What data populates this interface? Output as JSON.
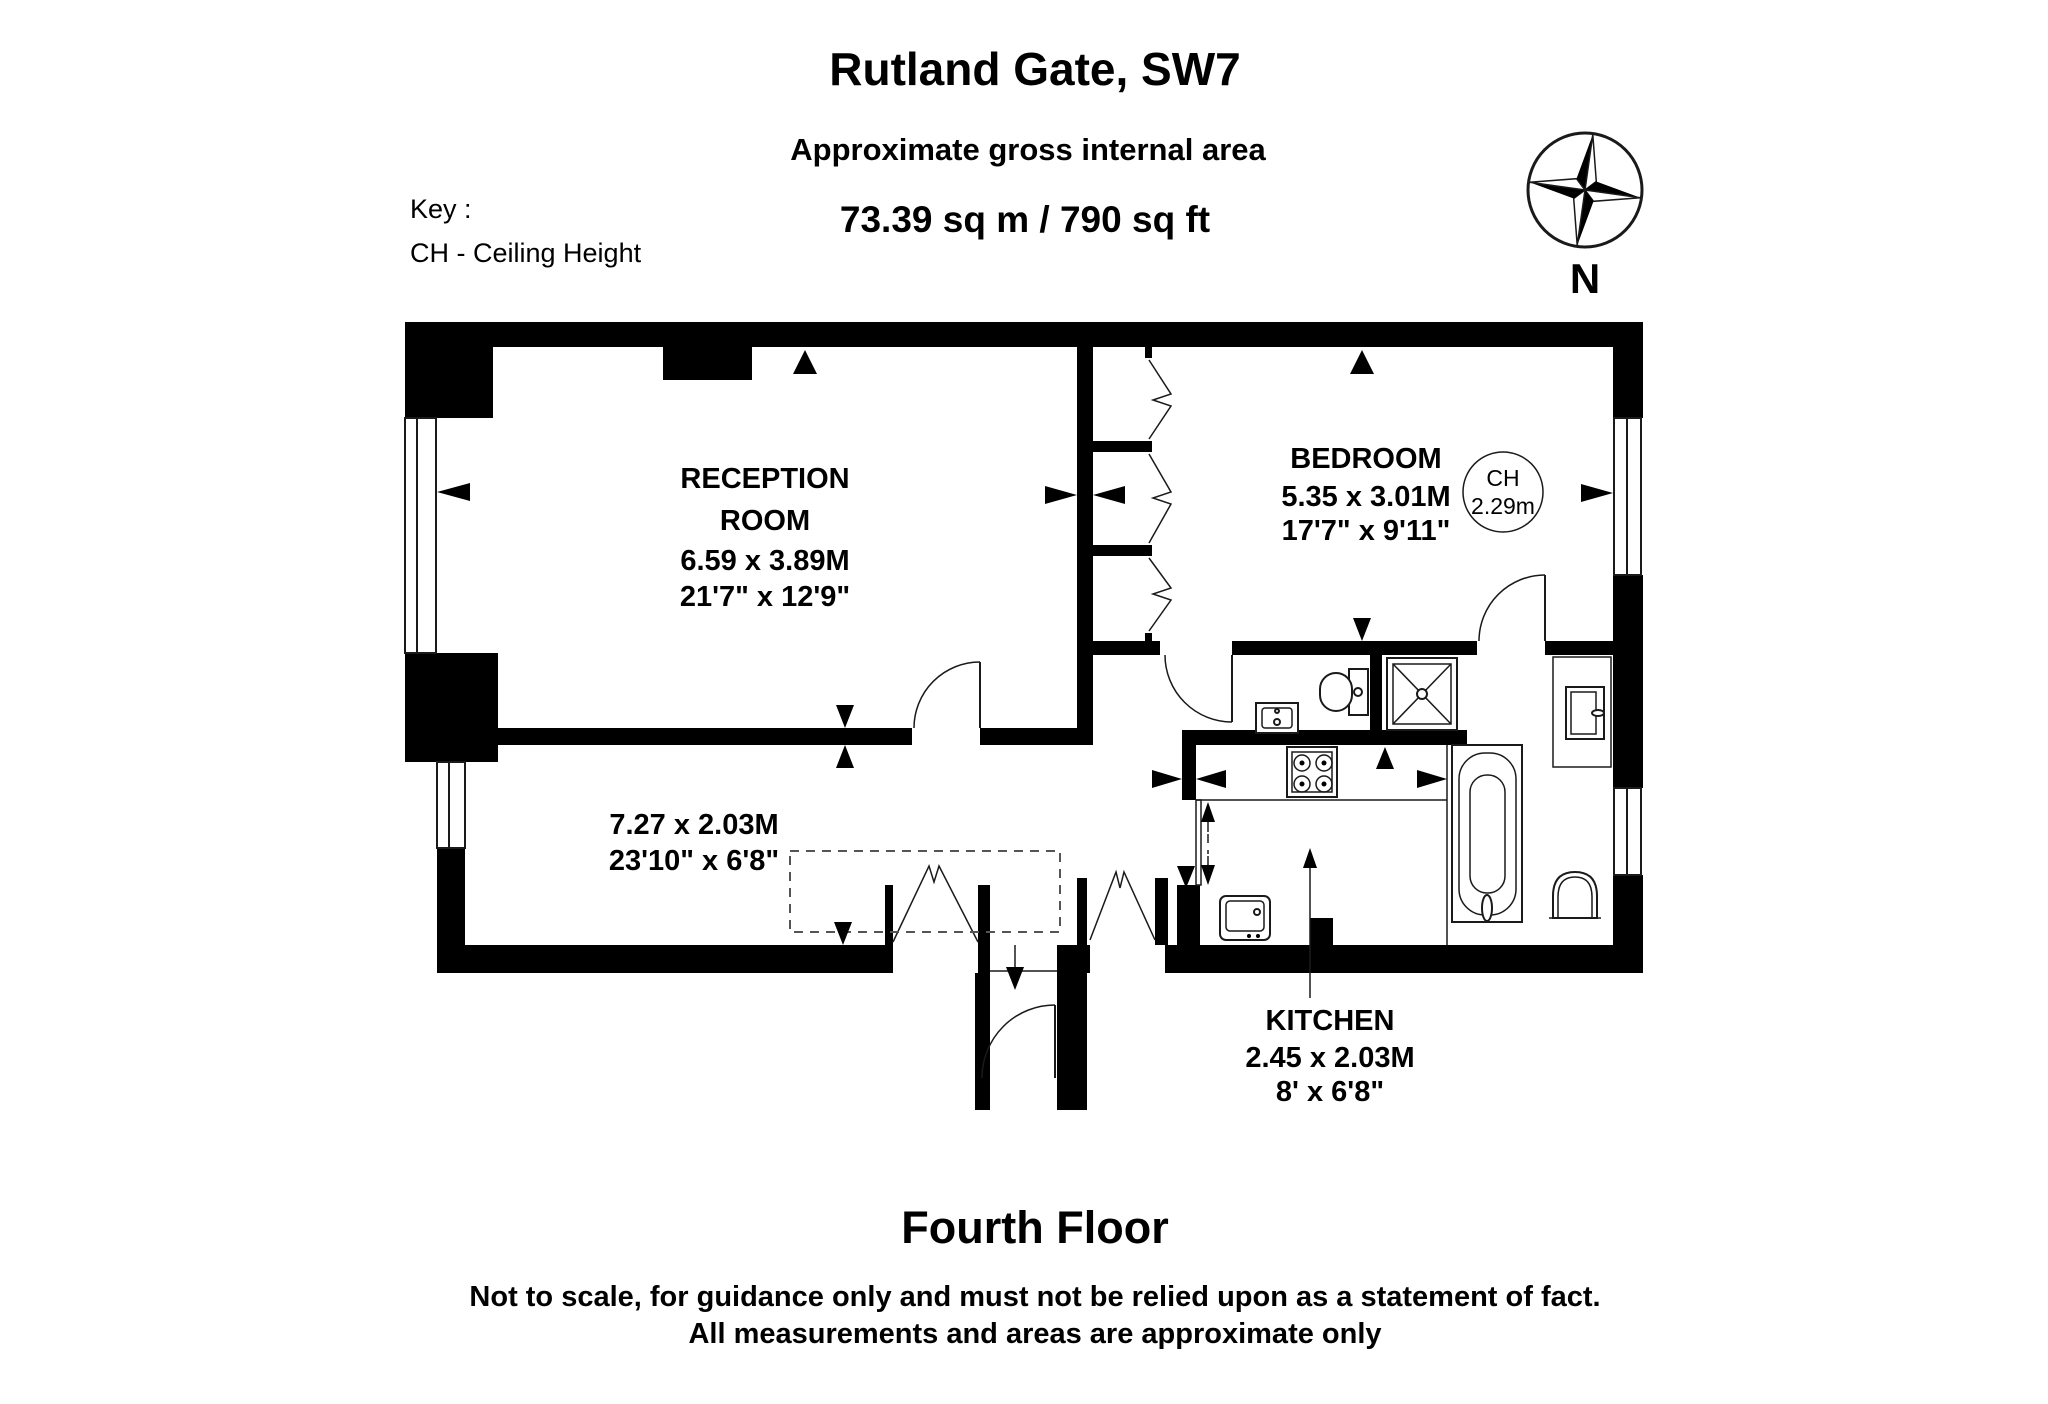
{
  "header": {
    "title": "Rutland Gate, SW7",
    "subtitle": "Approximate gross internal area",
    "area": "73.39 sq m / 790 sq ft"
  },
  "key": {
    "label": "Key :",
    "entry": "CH - Ceiling Height"
  },
  "compass": {
    "north_label": "N"
  },
  "rooms": {
    "reception": {
      "name_line1": "RECEPTION",
      "name_line2": "ROOM",
      "dims_metric": "6.59 x 3.89M",
      "dims_imperial": "21'7\" x 12'9\""
    },
    "bedroom": {
      "name": "BEDROOM",
      "dims_metric": "5.35 x 3.01M",
      "dims_imperial": "17'7\" x 9'11\""
    },
    "hallway": {
      "dims_metric": "7.27 x 2.03M",
      "dims_imperial": "23'10\" x 6'8\""
    },
    "kitchen": {
      "name": "KITCHEN",
      "dims_metric": "2.45 x 2.03M",
      "dims_imperial": "8' x 6'8\""
    }
  },
  "ceiling_height": {
    "label": "CH",
    "value": "2.29m"
  },
  "floor": {
    "label": "Fourth Floor"
  },
  "disclaimer": {
    "line1": "Not to scale, for guidance only and must not be relied upon as a statement of fact.",
    "line2": "All measurements and areas are approximate only"
  },
  "colors": {
    "wall": "#000000",
    "background": "#ffffff",
    "line": "#1a1a1a",
    "dashed_zone": "#555555"
  }
}
